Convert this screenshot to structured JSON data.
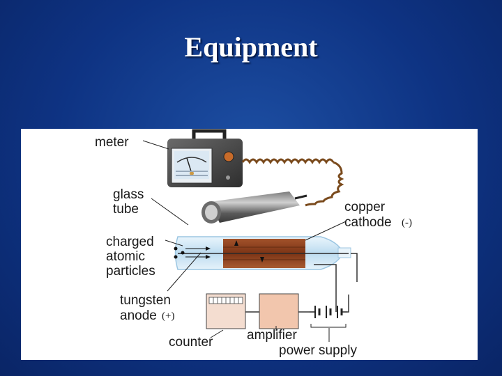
{
  "slide": {
    "title": "Equipment"
  },
  "diagram": {
    "labels": {
      "meter": "meter",
      "glass_1": "glass",
      "glass_2": "tube",
      "charged_1": "charged",
      "charged_2": "atomic",
      "charged_3": "particles",
      "tungsten_1": "tungsten",
      "tungsten_2": "anode",
      "anode_sign": "(+)",
      "copper_1": "copper",
      "copper_2": "cathode",
      "cathode_sign": "(-)",
      "counter": "counter",
      "amplifier": "amplifier",
      "power_supply": "power supply"
    },
    "colors": {
      "copper": "#8b3f1c",
      "glass": "#cfe6f5",
      "amplifier": "#f2c6ad",
      "meter_body": "#4a4a4a",
      "wire": "#7a4a1c"
    }
  }
}
